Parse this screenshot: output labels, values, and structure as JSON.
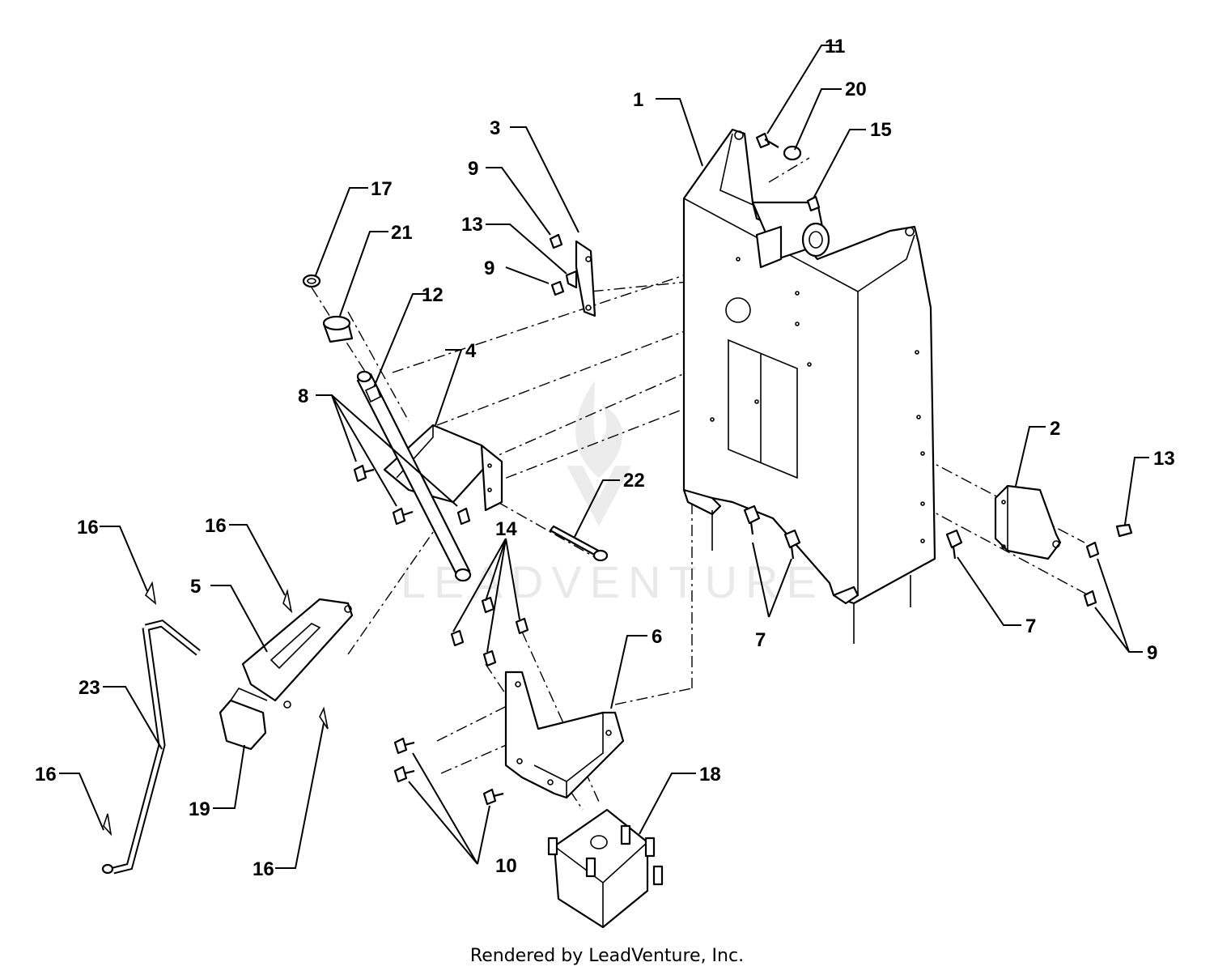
{
  "diagram": {
    "watermark": "LEADVENTURE",
    "footer": "Rendered by LeadVenture, Inc.",
    "callouts": [
      {
        "id": "c1",
        "label": "1"
      },
      {
        "id": "c2",
        "label": "2"
      },
      {
        "id": "c3",
        "label": "3"
      },
      {
        "id": "c4",
        "label": "4"
      },
      {
        "id": "c5",
        "label": "5"
      },
      {
        "id": "c6",
        "label": "6"
      },
      {
        "id": "c7a",
        "label": "7"
      },
      {
        "id": "c7b",
        "label": "7"
      },
      {
        "id": "c8",
        "label": "8"
      },
      {
        "id": "c9a",
        "label": "9"
      },
      {
        "id": "c9b",
        "label": "9"
      },
      {
        "id": "c9c",
        "label": "9"
      },
      {
        "id": "c10",
        "label": "10"
      },
      {
        "id": "c11",
        "label": "11"
      },
      {
        "id": "c12",
        "label": "12"
      },
      {
        "id": "c13a",
        "label": "13"
      },
      {
        "id": "c13b",
        "label": "13"
      },
      {
        "id": "c14",
        "label": "14"
      },
      {
        "id": "c15",
        "label": "15"
      },
      {
        "id": "c16a",
        "label": "16"
      },
      {
        "id": "c16b",
        "label": "16"
      },
      {
        "id": "c16c",
        "label": "16"
      },
      {
        "id": "c16d",
        "label": "16"
      },
      {
        "id": "c17",
        "label": "17"
      },
      {
        "id": "c18",
        "label": "18"
      },
      {
        "id": "c19",
        "label": "19"
      },
      {
        "id": "c20",
        "label": "20"
      },
      {
        "id": "c21",
        "label": "21"
      },
      {
        "id": "c22",
        "label": "22"
      },
      {
        "id": "c23",
        "label": "23"
      }
    ]
  }
}
